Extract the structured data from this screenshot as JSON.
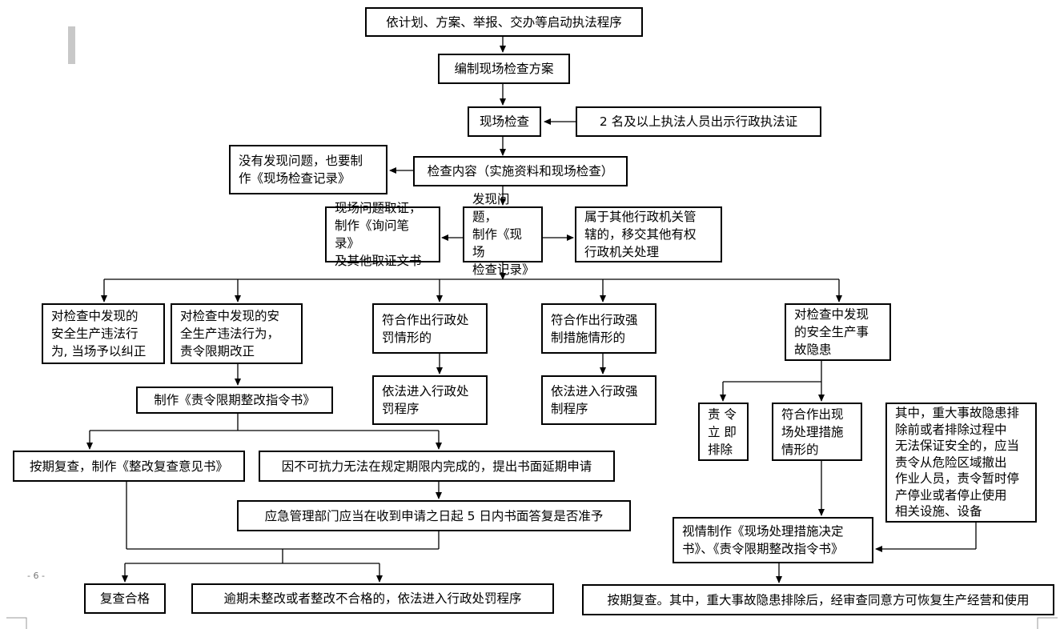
{
  "page_number": "- 6 -",
  "flowchart": {
    "start": "依计划、方案、举报、交办等启动执法程序",
    "plan": "编制现场检查方案",
    "inspect": "现场检查",
    "officers": "2 名及以上执法人员出示行政执法证",
    "content": "检查内容（实施资料和现场检查）",
    "no_problem": "没有发现问题，也要制\n作《现场检查记录》",
    "found": "发现问题，\n制作《现场\n检查记录》",
    "evidence": "现场问题取证，\n制作《询问笔录》\n及其他取证文书",
    "transfer": "属于其他行政机关管\n辖的，移交其他有权\n行政机关处理",
    "correct_now": "对检查中发现的\n安全生产违法行\n为, 当场予以纠正",
    "correct_deadline": "对检查中发现的安\n全生产违法行为，\n责令限期改正",
    "penalty_case": "符合作出行政处\n罚情形的",
    "enforce_case": "符合作出行政强\n制措施情形的",
    "hazard": "对检查中发现\n的安全生产事\n故隐患",
    "order_notice": "制作《责令限期整改指令书》",
    "penalty_proc": "依法进入行政处\n罚程序",
    "enforce_proc": "依法进入行政强\n制程序",
    "eliminate": "责 令\n立 即\n排除",
    "onsite_measure": "符合作出现\n场处理措施\n情形的",
    "major_hazard": "其中，重大事故隐患排\n除前或者排除过程中\n无法保证安全的，应当\n责令从危险区域撤出\n作业人员，责令暂时停\n产停业或者停止使用\n相关设施、设备",
    "recheck": "按期复查，制作《整改复查意见书》",
    "extension": "因不可抗力无法在规定期限内完成的，提出书面延期申请",
    "reply": "应急管理部门应当在收到申请之日起 5 日内书面答复是否准予",
    "decision": "视情制作《现场处理措施决定\n书》、《责令限期整改指令书》",
    "pass": "复查合格",
    "overdue": "逾期未整改或者整改不合格的，依法进入行政处罚程序",
    "final": "按期复查。其中，重大事故隐患排除后，经审查同意方可恢复生产经营和使用"
  }
}
